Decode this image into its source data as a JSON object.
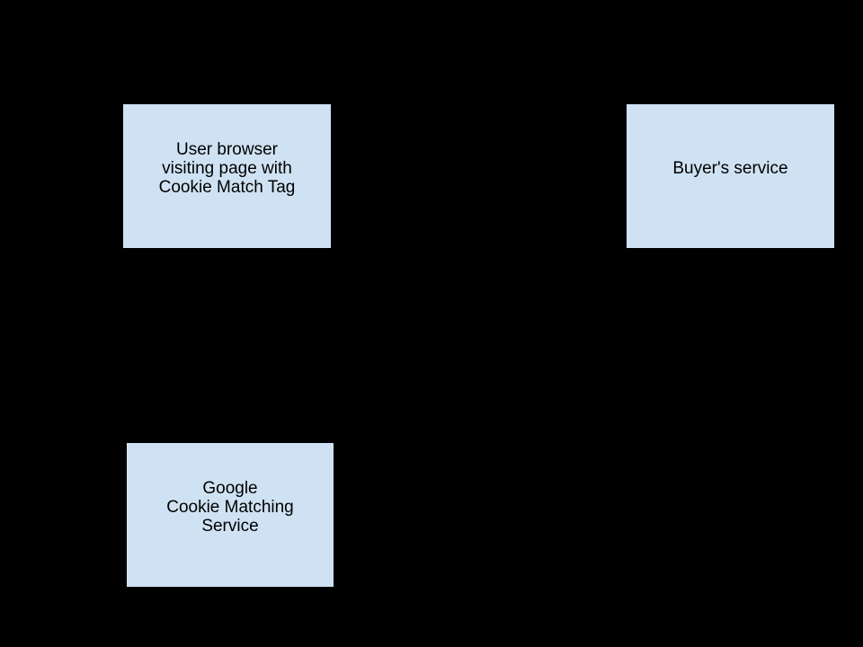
{
  "page": {
    "background_color": "#000000"
  },
  "diagram": {
    "node_fill_color": "#cfe2f3",
    "node_border_color": "#000000",
    "node_text_color": "#000000",
    "nodes": [
      {
        "name": "user-browser",
        "label": "User browser\nvisiting page with\nCookie Match Tag"
      },
      {
        "name": "buyers-service",
        "label": "Buyer's service"
      },
      {
        "name": "google-cookie-matching-service",
        "label": "Google\nCookie Matching\nService"
      }
    ]
  }
}
